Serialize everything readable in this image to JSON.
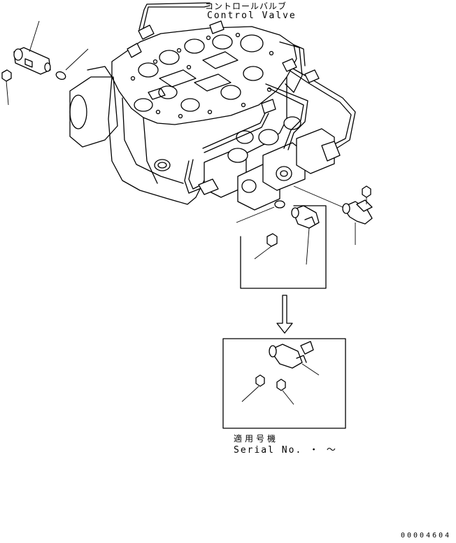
{
  "labels": {
    "title_jp": "コントロールバルブ",
    "title_en": "Control Valve",
    "serial_jp": "適用号機",
    "serial_en": "Serial No.  ・  ～",
    "drawing_number": "00004604"
  },
  "colors": {
    "line": "#000000",
    "background": "#ffffff"
  }
}
